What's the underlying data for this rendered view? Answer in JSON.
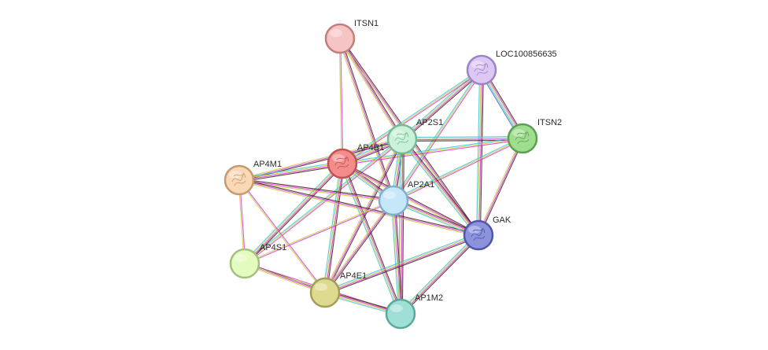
{
  "network": {
    "nodes": [
      {
        "id": "ITSN1",
        "label": "ITSN1",
        "fill": "#f6c5c3",
        "stroke": "#c07f7c",
        "structure": false
      },
      {
        "id": "LOC100856635",
        "label": "LOC100856635",
        "fill": "#dcc7f5",
        "stroke": "#9a84c6",
        "structure": true
      },
      {
        "id": "ITSN2",
        "label": "ITSN2",
        "fill": "#9fde8e",
        "stroke": "#5d9e52",
        "structure": true
      },
      {
        "id": "AP2S1",
        "label": "AP2S1",
        "fill": "#c9f2d8",
        "stroke": "#79b993",
        "structure": true
      },
      {
        "id": "AP4B1",
        "label": "AP4B1",
        "fill": "#f58b8a",
        "stroke": "#bd5452",
        "structure": true
      },
      {
        "id": "AP4M1",
        "label": "AP4M1",
        "fill": "#fad7b5",
        "stroke": "#c59a72",
        "structure": true
      },
      {
        "id": "AP2A1",
        "label": "AP2A1",
        "fill": "#c6e7fa",
        "stroke": "#7fb0cf",
        "structure": false
      },
      {
        "id": "GAK",
        "label": "GAK",
        "fill": "#8c93dc",
        "stroke": "#4f57a6",
        "structure": true
      },
      {
        "id": "AP4S1",
        "label": "AP4S1",
        "fill": "#e4fbc0",
        "stroke": "#a4bf7f",
        "structure": false
      },
      {
        "id": "AP4E1",
        "label": "AP4E1",
        "fill": "#dedb91",
        "stroke": "#a39f57",
        "structure": false
      },
      {
        "id": "AP1M2",
        "label": "AP1M2",
        "fill": "#9fe0d6",
        "stroke": "#5aa89c",
        "structure": false
      }
    ],
    "edges": [
      {
        "source": "ITSN1",
        "target": "AP2S1",
        "evidence": [
          "#3d1f1f",
          "#d63ad6",
          "#c9cc4a"
        ]
      },
      {
        "source": "ITSN1",
        "target": "AP2A1",
        "evidence": [
          "#3d1f1f",
          "#d63ad6",
          "#c9cc4a"
        ]
      },
      {
        "source": "ITSN1",
        "target": "AP4B1",
        "evidence": [
          "#d63ad6",
          "#c9cc4a"
        ]
      },
      {
        "source": "ITSN1",
        "target": "GAK",
        "evidence": [
          "#3d1f1f",
          "#d63ad6",
          "#c9cc4a"
        ]
      },
      {
        "source": "LOC100856635",
        "target": "AP2S1",
        "evidence": [
          "#3d1f1f",
          "#d63ad6",
          "#c9cc4a",
          "#3ec4d4"
        ]
      },
      {
        "source": "LOC100856635",
        "target": "AP2A1",
        "evidence": [
          "#d63ad6",
          "#c9cc4a",
          "#3ec4d4"
        ]
      },
      {
        "source": "LOC100856635",
        "target": "AP4B1",
        "evidence": [
          "#d63ad6",
          "#c9cc4a",
          "#3ec4d4"
        ]
      },
      {
        "source": "LOC100856635",
        "target": "ITSN2",
        "evidence": [
          "#3d1f1f",
          "#d63ad6",
          "#c9cc4a",
          "#3ec4d4",
          "#4a5fd6"
        ]
      },
      {
        "source": "LOC100856635",
        "target": "GAK",
        "evidence": [
          "#3d1f1f",
          "#d63ad6",
          "#c9cc4a",
          "#3ec4d4"
        ]
      },
      {
        "source": "ITSN2",
        "target": "AP2S1",
        "evidence": [
          "#3d1f1f",
          "#d63ad6",
          "#c9cc4a",
          "#3ec4d4"
        ]
      },
      {
        "source": "ITSN2",
        "target": "AP2A1",
        "evidence": [
          "#d63ad6",
          "#c9cc4a",
          "#3ec4d4"
        ]
      },
      {
        "source": "ITSN2",
        "target": "AP4B1",
        "evidence": [
          "#d63ad6",
          "#c9cc4a",
          "#3ec4d4"
        ]
      },
      {
        "source": "ITSN2",
        "target": "GAK",
        "evidence": [
          "#3d1f1f",
          "#d63ad6",
          "#c9cc4a"
        ]
      },
      {
        "source": "AP2S1",
        "target": "AP4B1",
        "evidence": [
          "#3d1f1f",
          "#d63ad6",
          "#c9cc4a",
          "#3ec4d4"
        ]
      },
      {
        "source": "AP2S1",
        "target": "AP2A1",
        "evidence": [
          "#3d1f1f",
          "#d63ad6",
          "#c9cc4a",
          "#3ec4d4"
        ]
      },
      {
        "source": "AP2S1",
        "target": "AP4M1",
        "evidence": [
          "#3d1f1f",
          "#d63ad6",
          "#c9cc4a"
        ]
      },
      {
        "source": "AP2S1",
        "target": "GAK",
        "evidence": [
          "#3d1f1f",
          "#d63ad6",
          "#c9cc4a",
          "#3ec4d4"
        ]
      },
      {
        "source": "AP2S1",
        "target": "AP4S1",
        "evidence": [
          "#d63ad6",
          "#c9cc4a",
          "#3ec4d4"
        ]
      },
      {
        "source": "AP2S1",
        "target": "AP4E1",
        "evidence": [
          "#3d1f1f",
          "#d63ad6",
          "#c9cc4a"
        ]
      },
      {
        "source": "AP2S1",
        "target": "AP1M2",
        "evidence": [
          "#3d1f1f",
          "#d63ad6",
          "#c9cc4a",
          "#3ec4d4"
        ]
      },
      {
        "source": "AP4B1",
        "target": "AP4M1",
        "evidence": [
          "#3d1f1f",
          "#d63ad6",
          "#c9cc4a",
          "#3ec4d4"
        ]
      },
      {
        "source": "AP4B1",
        "target": "AP2A1",
        "evidence": [
          "#3d1f1f",
          "#d63ad6",
          "#c9cc4a",
          "#3ec4d4"
        ]
      },
      {
        "source": "AP4B1",
        "target": "GAK",
        "evidence": [
          "#3d1f1f",
          "#d63ad6",
          "#c9cc4a"
        ]
      },
      {
        "source": "AP4B1",
        "target": "AP4S1",
        "evidence": [
          "#3d1f1f",
          "#d63ad6",
          "#c9cc4a",
          "#3ec4d4"
        ]
      },
      {
        "source": "AP4B1",
        "target": "AP4E1",
        "evidence": [
          "#3d1f1f",
          "#d63ad6",
          "#c9cc4a",
          "#3ec4d4"
        ]
      },
      {
        "source": "AP4B1",
        "target": "AP1M2",
        "evidence": [
          "#3d1f1f",
          "#d63ad6",
          "#c9cc4a",
          "#3ec4d4"
        ]
      },
      {
        "source": "AP4M1",
        "target": "AP2A1",
        "evidence": [
          "#3d1f1f",
          "#d63ad6",
          "#c9cc4a"
        ]
      },
      {
        "source": "AP4M1",
        "target": "GAK",
        "evidence": [
          "#3d1f1f",
          "#d63ad6",
          "#c9cc4a"
        ]
      },
      {
        "source": "AP4M1",
        "target": "AP4S1",
        "evidence": [
          "#d63ad6",
          "#c9cc4a"
        ]
      },
      {
        "source": "AP4M1",
        "target": "AP4E1",
        "evidence": [
          "#d63ad6",
          "#c9cc4a"
        ]
      },
      {
        "source": "AP2A1",
        "target": "GAK",
        "evidence": [
          "#3d1f1f",
          "#d63ad6",
          "#c9cc4a",
          "#3ec4d4"
        ]
      },
      {
        "source": "AP2A1",
        "target": "AP4S1",
        "evidence": [
          "#d63ad6",
          "#c9cc4a"
        ]
      },
      {
        "source": "AP2A1",
        "target": "AP4E1",
        "evidence": [
          "#3d1f1f",
          "#d63ad6",
          "#c9cc4a"
        ]
      },
      {
        "source": "AP2A1",
        "target": "AP1M2",
        "evidence": [
          "#3d1f1f",
          "#d63ad6",
          "#c9cc4a",
          "#3ec4d4"
        ]
      },
      {
        "source": "GAK",
        "target": "AP4E1",
        "evidence": [
          "#3d1f1f",
          "#d63ad6",
          "#c9cc4a",
          "#3ec4d4"
        ]
      },
      {
        "source": "GAK",
        "target": "AP1M2",
        "evidence": [
          "#3d1f1f",
          "#d63ad6",
          "#c9cc4a",
          "#3ec4d4"
        ]
      },
      {
        "source": "AP4S1",
        "target": "AP4E1",
        "evidence": [
          "#3d1f1f",
          "#d63ad6",
          "#c9cc4a"
        ]
      },
      {
        "source": "AP4S1",
        "target": "AP1M2",
        "evidence": [
          "#d63ad6",
          "#c9cc4a"
        ]
      },
      {
        "source": "AP4E1",
        "target": "AP1M2",
        "evidence": [
          "#3d1f1f",
          "#d63ad6",
          "#c9cc4a",
          "#3ec4d4"
        ]
      }
    ]
  }
}
